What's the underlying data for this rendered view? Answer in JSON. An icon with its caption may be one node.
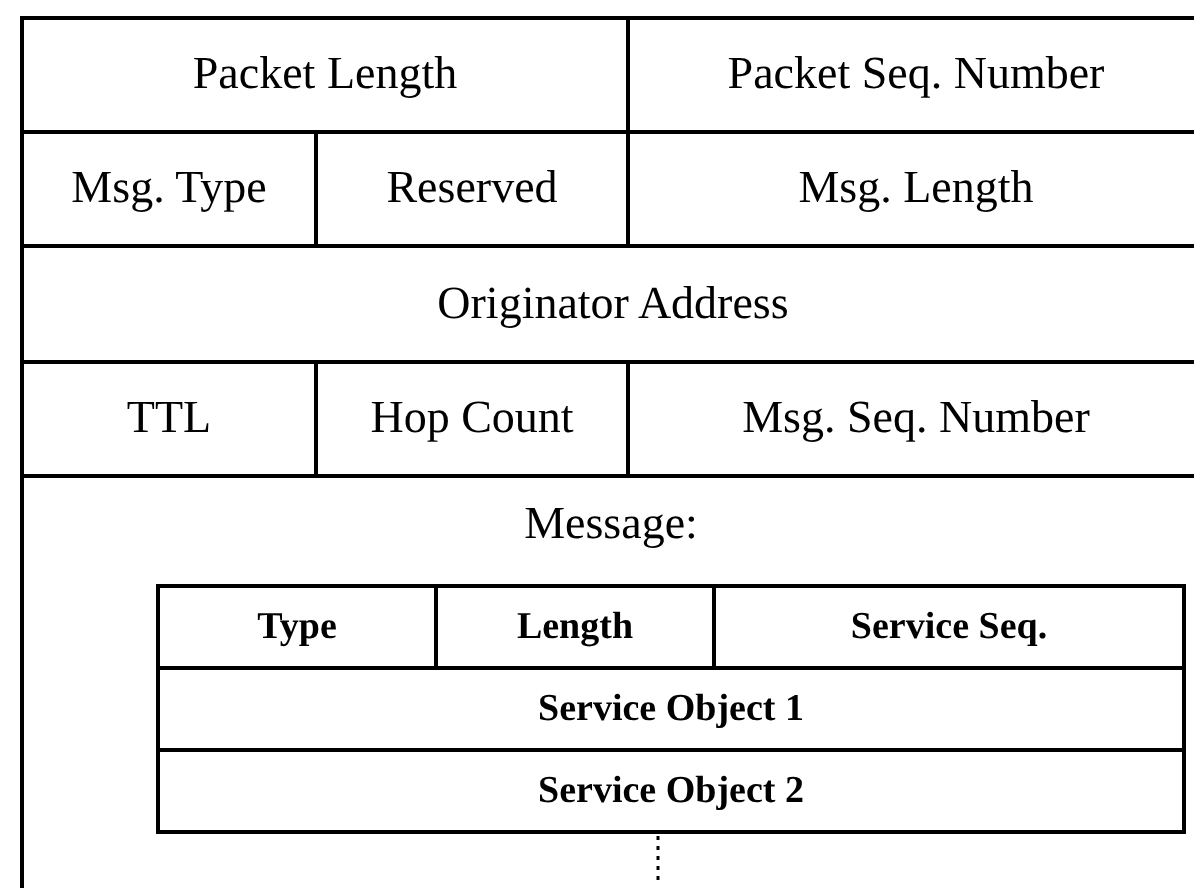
{
  "diagram": {
    "labels": [
      "Packet Length",
      "Packet Seq. Number",
      "Msg. Type",
      "Reserved",
      "Msg. Length",
      "Originator Address",
      "TTL",
      "Hop Count",
      "Msg. Seq. Number",
      "Message:",
      "Type",
      "Length",
      "Service Seq.",
      "Service Object 1",
      "Service Object 2"
    ]
  }
}
